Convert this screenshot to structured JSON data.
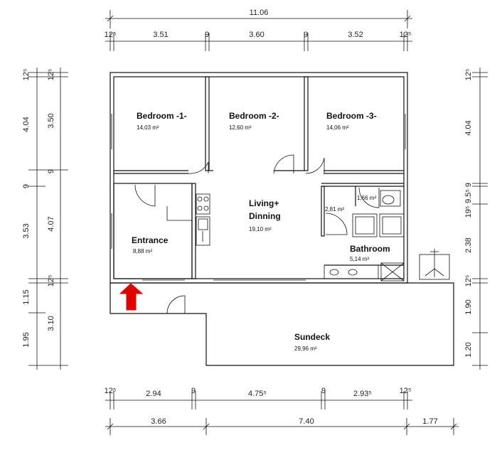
{
  "rooms": {
    "bedroom1": {
      "name": "Bedroom -1-",
      "area": "14,03 m²"
    },
    "bedroom2": {
      "name": "Bedroom -2-",
      "area": "12,60 m²"
    },
    "bedroom3": {
      "name": "Bedroom -3-",
      "area": "14,06 m²"
    },
    "living": {
      "name1": "Living+",
      "name2": "Dinning",
      "area": "19,10 m²"
    },
    "entrance": {
      "name": "Entrance",
      "area": "8,88 m²"
    },
    "bathroom": {
      "name": "Bathroom",
      "area": "5,14 m²",
      "wc_area": "1,66 m²",
      "shower_area": "2,81 m²"
    },
    "sundeck": {
      "name": "Sundeck",
      "area": "29,96 m²"
    }
  },
  "dims_top": {
    "overall": "11.06",
    "seg_a": "3.51",
    "seg_b": "3.60",
    "seg_c": "3.52",
    "end_l": "12⁵",
    "mid1": "9",
    "mid2": "9",
    "end_r": "12⁵"
  },
  "dims_bottom1": {
    "seg_a": "2.94",
    "seg_b": "4.75⁵",
    "seg_c": "2.93⁵",
    "end_l": "12⁵",
    "mid1": "9",
    "mid2": "9",
    "end_r": "12⁵"
  },
  "dims_bottom2": {
    "seg_a": "3.66",
    "seg_b": "7.40",
    "seg_c": "1.77"
  },
  "dims_left_outer": {
    "top": "12⁵",
    "a": "4.04",
    "b": "9",
    "c": "3.53",
    "d": "1.15",
    "e": "1.95"
  },
  "dims_left_inner": {
    "top": "12⁵",
    "a": "3.50",
    "b": "9",
    "c": "4.07",
    "d": "12⁵",
    "e": "3.10"
  },
  "dims_right": {
    "top": "12⁵",
    "a": "4.04",
    "b": "9",
    "c": "9.5⁵",
    "d": "19⁵",
    "e": "2.38",
    "f": "12⁵",
    "g": "1.90",
    "h": "1.20"
  },
  "colors": {
    "arrow": "#e00000",
    "line": "#111111"
  }
}
